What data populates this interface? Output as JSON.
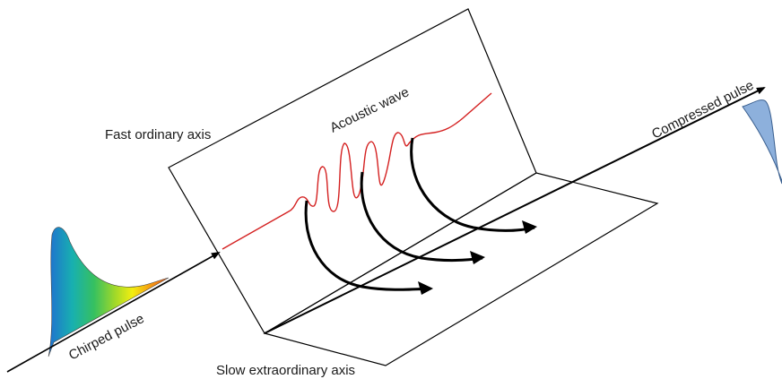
{
  "labels": {
    "fast_axis": "Fast ordinary axis",
    "slow_axis": "Slow extraordinary axis",
    "acoustic_wave": "Acoustic wave",
    "compressed_pulse": "Compressed pulse",
    "chirped_pulse": "Chirped pulse"
  },
  "colors": {
    "acoustic_wave": "#d42020",
    "compressed_pulse": "#8db0dc",
    "chirped_gradient": [
      "#1f6fd0",
      "#18b0b0",
      "#36c060",
      "#9ed82a",
      "#f4ee10",
      "#f59a12",
      "#f05a18"
    ]
  }
}
